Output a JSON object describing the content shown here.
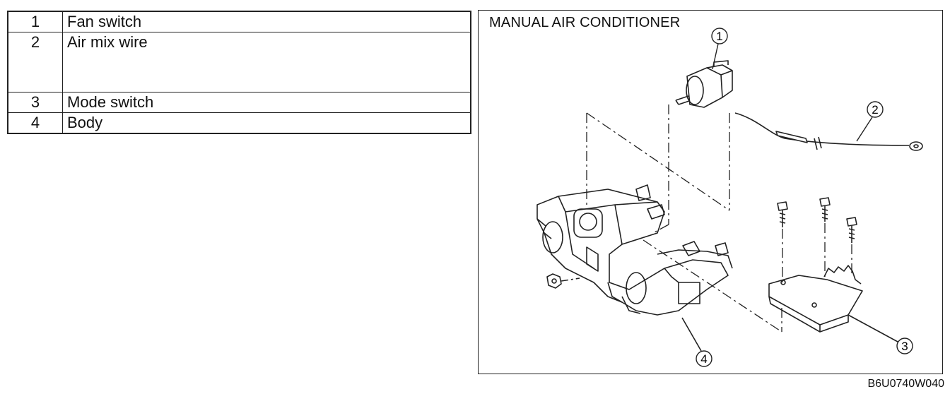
{
  "legend": [
    {
      "num": "1",
      "label": "Fan switch"
    },
    {
      "num": "2",
      "label": "Air mix wire"
    },
    {
      "num": "3",
      "label": "Mode switch"
    },
    {
      "num": "4",
      "label": "Body"
    }
  ],
  "figure": {
    "title": "MANUAL AIR CONDITIONER",
    "code": "B6U0740W040",
    "callouts": [
      "1",
      "2",
      "3",
      "4"
    ]
  }
}
